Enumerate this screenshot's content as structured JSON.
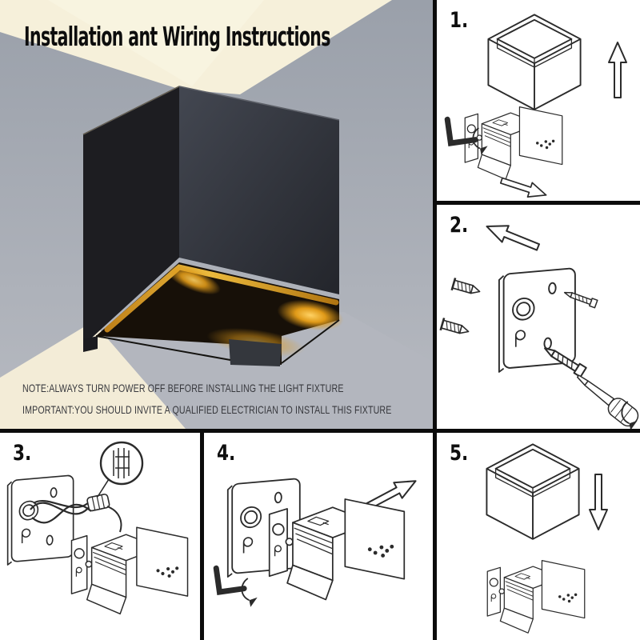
{
  "hero": {
    "title": "Installation ant Wiring Instructions",
    "notes": [
      "NOTE:ALWAYS TURN POWER OFF BEFORE INSTALLING THE LIGHT FIXTURE",
      "IMPORTANT:YOU SHOULD INVITE A QUALIFIED ELECTRICIAN TO INSTALL THIS FIXTURE"
    ],
    "subject": "black cube LED wall lamp with up/down light beams"
  },
  "steps": [
    {
      "label": "1.",
      "depicts": "lift cover off lamp body, hex key loosen, slide body out"
    },
    {
      "label": "2.",
      "depicts": "fix mounting plate to wall with anchors, screws and screwdriver"
    },
    {
      "label": "3.",
      "depicts": "connect wires from wall plate to lamp body with wire connector"
    },
    {
      "label": "4.",
      "depicts": "attach lamp body onto mounting plate, tighten with hex key"
    },
    {
      "label": "5.",
      "depicts": "slide cube cover back down over lamp body"
    }
  ],
  "colors": {
    "panel_bg": "#ffffff",
    "divider": "#0b0b0b",
    "line_art": "#2b2b2b",
    "wall_gray": "#a0a4ae",
    "beam_cream": "#f6f0da",
    "cube_left_face": "#1d1d21",
    "cube_right_face": "#3d414a",
    "glow_gold": "#e8a425",
    "glow_interior": "#171008",
    "title_text": "#0d0d0d",
    "note_text": "#37383d"
  }
}
